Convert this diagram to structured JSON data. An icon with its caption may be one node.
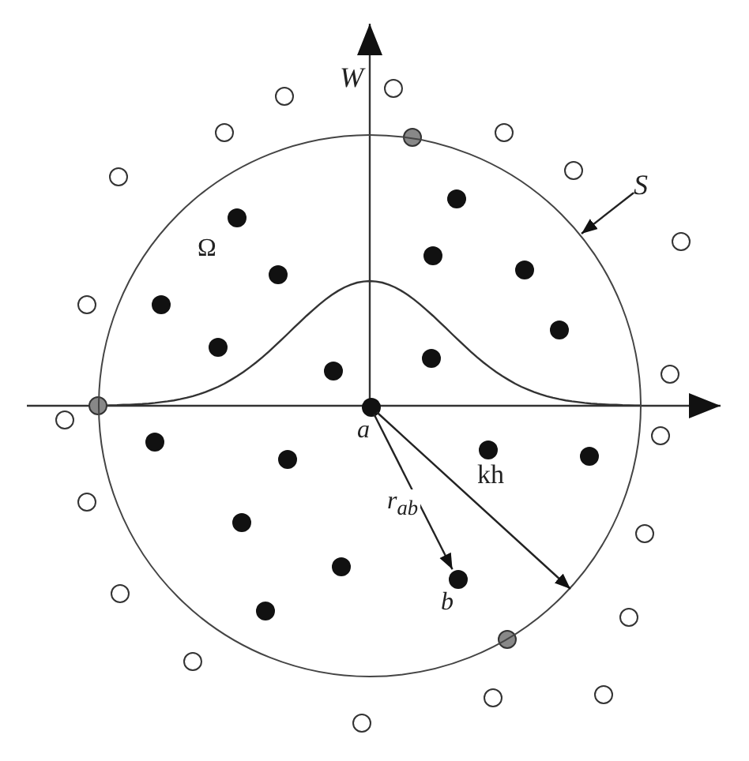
{
  "diagram": {
    "nodes": [
      {
        "text": [],
        "shape": "circle"
      },
      {
        "text": [
          "S"
        ]
      },
      {
        "text": [],
        "shape": "circle",
        "in": 0,
        "beside": [
          "a"
        ]
      },
      {
        "text": [],
        "shape": "circle",
        "in": 0,
        "beside": [
          "b"
        ]
      }
    ],
    "edges": [
      {
        "from": 1,
        "to": 0,
        "arrow": "to"
      },
      {
        "from": 2,
        "to": 3,
        "arrow": "to",
        "label": "r$_{ab}$"
      },
      {
        "from": 2,
        "to": 0,
        "arrow": "to",
        "label": "kh"
      }
    ],
    "labels": [
      "W",
      "Ω"
    ]
  }
}
